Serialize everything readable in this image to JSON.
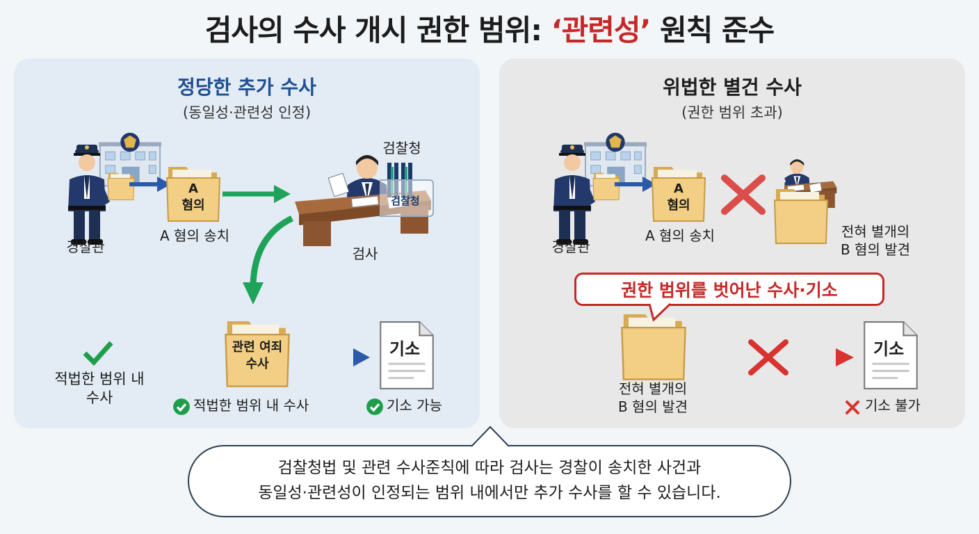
{
  "title": {
    "prefix": "검사의 수사 개시 권한 범위: ",
    "accent": "‘관련성’",
    "suffix": " 원칙 준수"
  },
  "left_panel": {
    "title": "정당한 추가 수사",
    "subtitle": "(동일성·관련성 인정)",
    "police_label": "경찰관",
    "folder_a_line1": "A",
    "folder_a_line2": "혐의",
    "transfer_label": "A 혐의 송치",
    "office_label": "검찰청",
    "office_sign": "검찰청",
    "prosecutor_label": "검사",
    "folder_related_line1": "관련 여죄",
    "folder_related_line2": "수사",
    "doc_label": "기소",
    "check_label_line1": "적법한 범위 내",
    "check_label_line2": "수사",
    "badge_scope": "적법한 범위 내 수사",
    "badge_indict": "기소 가능"
  },
  "right_panel": {
    "title": "위법한 별건 수사",
    "subtitle": "(권한 범위 초과)",
    "police_label": "경찰관",
    "folder_a_line1": "A",
    "folder_a_line2": "혐의",
    "transfer_label": "A 혐의 송치",
    "found_line1": "전혀 별개의",
    "found_line2": "B 혐의 발견",
    "callout": "권한 범위를 벗어난 수사·기소",
    "folder_b_line1": "전혀 별개의",
    "folder_b_line2": "B 혐의 발견",
    "doc_label": "기소",
    "badge_no_indict": "기소 불가"
  },
  "note": {
    "line1": "검찰청법 및 관련 수사준칙에 따라 검사는 경찰이 송치한 사건과",
    "line2": "동일성·관련성이 인정되는 범위 내에서만 추가 수사를 할 수 있습니다."
  },
  "colors": {
    "accent_red": "#c62828",
    "legal_blue": "#1f4f8f",
    "check_green": "#1e9e4a",
    "flow_green": "#1fa35a",
    "arrow_blue": "#2a5aa8",
    "folder_yellow": "#f2cf85"
  }
}
